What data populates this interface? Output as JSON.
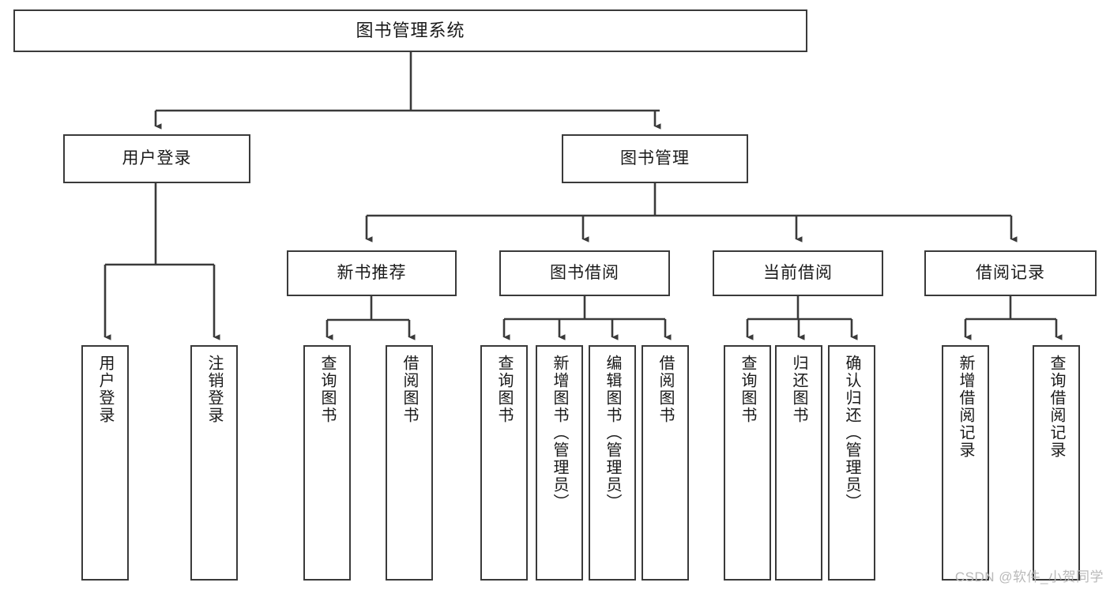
{
  "diagram": {
    "title": "图书管理系统",
    "type": "tree",
    "watermark": "CSDN @软件_小贺同学",
    "colors": {
      "stroke": "#3a3a3a",
      "fill": "#ffffff",
      "text": "#1a1a1a",
      "watermark": "#b9b9b9"
    },
    "nodes": {
      "root": {
        "label": "图书管理系统"
      },
      "level2": [
        {
          "id": "user-login",
          "label": "用户登录"
        },
        {
          "id": "book-manage",
          "label": "图书管理"
        }
      ],
      "level3": [
        {
          "id": "new-book-recommend",
          "label": "新书推荐"
        },
        {
          "id": "book-borrow",
          "label": "图书借阅"
        },
        {
          "id": "current-borrow",
          "label": "当前借阅"
        },
        {
          "id": "borrow-record",
          "label": "借阅记录"
        }
      ],
      "leaves": {
        "user_login": [
          {
            "id": "leaf-user-login",
            "label": "用户登录"
          },
          {
            "id": "leaf-logout-login",
            "label": "注销登录"
          }
        ],
        "new_book_recommend": [
          {
            "id": "leaf-query-book-1",
            "label": "查询图书"
          },
          {
            "id": "leaf-borrow-book-1",
            "label": "借阅图书"
          }
        ],
        "book_borrow": [
          {
            "id": "leaf-query-book-2",
            "label": "查询图书"
          },
          {
            "id": "leaf-add-book",
            "label": "新增图书（管理员）"
          },
          {
            "id": "leaf-edit-book",
            "label": "编辑图书（管理员）"
          },
          {
            "id": "leaf-borrow-book-2",
            "label": "借阅图书"
          }
        ],
        "current_borrow": [
          {
            "id": "leaf-query-book-3",
            "label": "查询图书"
          },
          {
            "id": "leaf-return-book",
            "label": "归还图书"
          },
          {
            "id": "leaf-confirm-return",
            "label": "确认归还（管理员）"
          }
        ],
        "borrow_record": [
          {
            "id": "leaf-add-record",
            "label": "新增借阅记录"
          },
          {
            "id": "leaf-query-record",
            "label": "查询借阅记录"
          }
        ]
      }
    }
  }
}
